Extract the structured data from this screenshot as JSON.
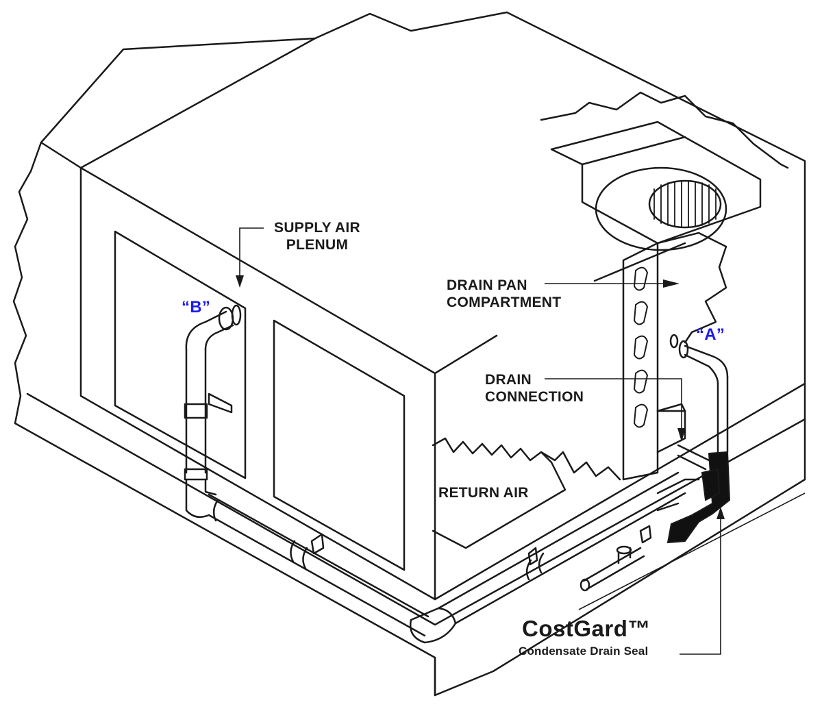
{
  "labels": {
    "supply_air_line1": "SUPPLY AIR",
    "supply_air_line2": "PLENUM",
    "b_marker": "“B”",
    "drain_pan_line1": "DRAIN PAN",
    "drain_pan_line2": "COMPARTMENT",
    "a_marker": "“A”",
    "drain_connection_line1": "DRAIN",
    "drain_connection_line2": "CONNECTION",
    "return_air": "RETURN AIR",
    "product_name": "CostGard™",
    "product_subtitle": "Condensate Drain Seal"
  },
  "colors": {
    "line": "#1a1a1a",
    "marker_blue": "#1b1bf0",
    "seal_fill": "#111111"
  }
}
